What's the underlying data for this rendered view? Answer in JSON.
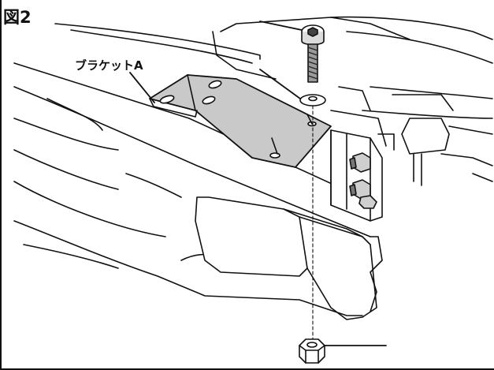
{
  "figure": {
    "label": "図2"
  },
  "callouts": {
    "bracket": "ブラケットA"
  },
  "colors": {
    "line": "#111111",
    "metal_fill": "#a9a9a9",
    "plate_fill": "#d0d0d0",
    "background": "#ffffff"
  },
  "icons": {
    "bolt": "hex-socket-bolt",
    "washer": "flat-washer",
    "nut": "hex-nut"
  }
}
